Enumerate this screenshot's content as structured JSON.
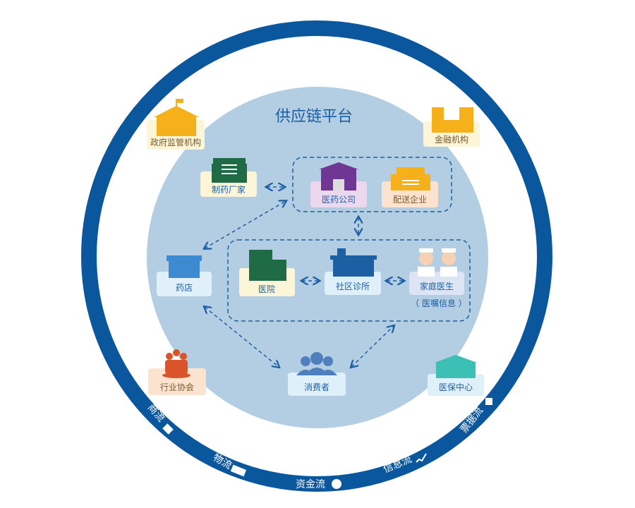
{
  "title": "供应链平台",
  "nodes": {
    "gov": "政府监管机构",
    "finance": "金融机构",
    "manufacturer": "制药厂家",
    "pharma_company": "医药公司",
    "distribution": "配送企业",
    "pharmacy": "药店",
    "hospital": "医院",
    "clinic": "社区诊所",
    "family_doctor": "家庭医生",
    "doctor_note": "（ 医嘱信息 ）",
    "consumer": "消费者",
    "association": "行业协会",
    "insurance": "医保中心"
  },
  "flows": [
    "商流",
    "物流",
    "资金流",
    "信息流",
    "票据流"
  ],
  "colors": {
    "ring": "#0b579e",
    "platform": "#b3cde3",
    "text": "#1d5fa3"
  }
}
